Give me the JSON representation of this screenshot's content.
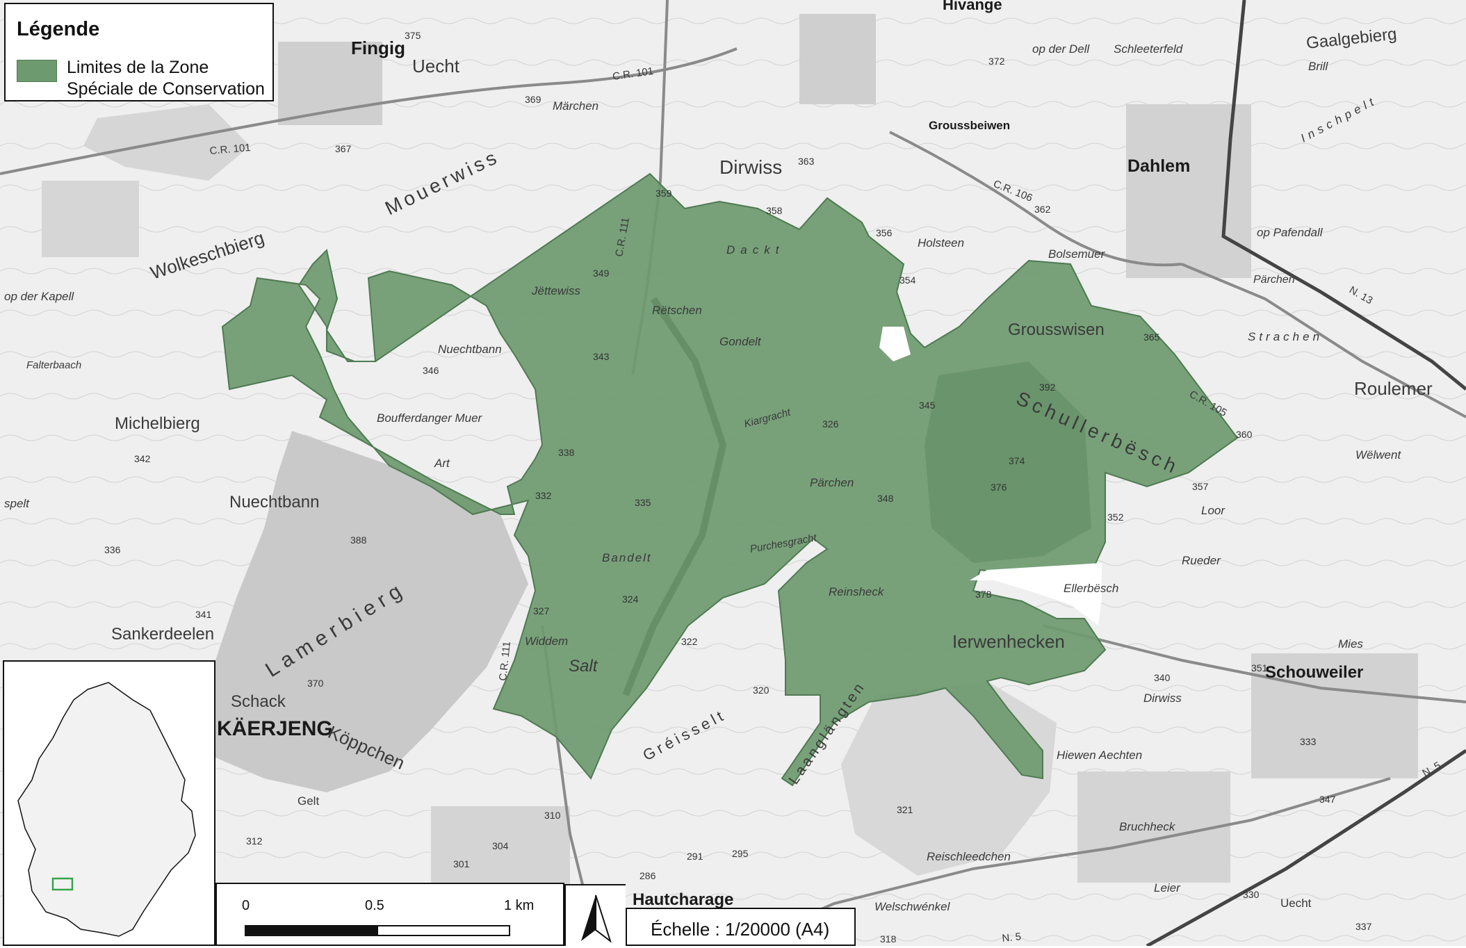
{
  "legend": {
    "title": "Légende",
    "items": [
      {
        "label": "Limites de la Zone Spéciale de Conservation",
        "color": "#6e9a70"
      }
    ]
  },
  "scale_bar": {
    "ticks": [
      "0",
      "0.5",
      "1 km"
    ]
  },
  "scale_text": "Échelle : 1/20000 (A4)",
  "north_arrow_icon": "north-arrow-icon",
  "colors": {
    "zone_fill": "#6e9a70",
    "zone_stroke": "#4f7a52",
    "locality_fill": "#b9b9b9",
    "road": "#8a8a8a",
    "railway": "#444444",
    "map_background": "#efefef"
  },
  "places": {
    "fingig": "Fingig",
    "uecht_nw": "Uecht",
    "mouerwiss": "Mouerwiss",
    "wolkeschbierg": "Wolkeschbierg",
    "michelbierg": "Michelbierg",
    "nuechtbann": "Nuechtbann",
    "nuechtbann_small": "Nuechtbann",
    "sankerdeelen": "Sankerdeelen",
    "lamerbierg": "Lamerbierg",
    "schack": "Schack",
    "kaerjeng": "KÄERJENG",
    "koppchen": "Köppchen",
    "dirwiss": "Dirwiss",
    "dahlem": "Dahlem",
    "gaalgebierg": "Gaalgebierg",
    "grousswisen": "Grousswisen",
    "schullerbesch": "Schullerbësch",
    "roulemer": "Roulemer",
    "iervenhecken": "Ierwenhecken",
    "schouweiler": "Schouweiler",
    "hautcharage": "Hautcharage",
    "greisselt": "Gréisselt",
    "laanglangten": "Laanglängten",
    "holsteen": "Holsteen",
    "groussbeiwen": "Groussbeiwen",
    "dackt": "Dackt",
    "retschen": "Rëtschen",
    "gondelt": "Gondelt",
    "parchen": "Pärchen",
    "parchen_e": "Pärchen",
    "salt": "Salt",
    "widdem": "Widdem",
    "bandelt": "Bandelt",
    "reinsheck": "Reinsheck",
    "bolsemuer": "Bolsemuer",
    "jettewiss": "Jëttewiss",
    "boufferdanger_muer": "Boufferdanger Muer",
    "art": "Art",
    "rueder": "Rueder",
    "loor": "Loor",
    "ellerbesch": "Ellerbësch",
    "dirwiss_e": "Dirwiss",
    "hiewen_aechten": "Hiewen Aechten",
    "bruchheck": "Bruchheck",
    "reischleedchen": "Reischleedchen",
    "welschwenkel": "Welschwénkel",
    "leier": "Leier",
    "uecht_se": "Uecht",
    "mies": "Mies",
    "strachen": "Strachen",
    "welwent": "Wëlwent",
    "op_der_dell": "op der Dell",
    "schleeterfeld": "Schleeterfeld",
    "brill": "Brill",
    "marchen": "Märchen",
    "op_pafendall": "op Pafendall",
    "gelt": "Gelt",
    "op_der_kapell": "op der Kapell",
    "spelt": "spelt",
    "falterbaach": "Falterbaach",
    "rivange": "Hivange",
    "inschpelt": "Inschpelt",
    "kiargracht": "Kiargracht",
    "purchesgracht": "Purchesgracht"
  },
  "roads": {
    "cr101a": "C.R. 101",
    "cr101b": "C.R. 101",
    "cr111a": "C.R. 111",
    "cr111b": "C.R. 111",
    "cr106": "C.R. 106",
    "cr105": "C.R. 105",
    "n13": "N. 13",
    "n5a": "N. 5",
    "n5b": "N. 5"
  },
  "elevations": {
    "e359a": "359",
    "e358": "358",
    "e356": "356",
    "e354": "354",
    "e349": "349",
    "e343": "343",
    "e346": "346",
    "e338": "338",
    "e332": "332",
    "e335": "335",
    "e324": "324",
    "e327": "327",
    "e322": "322",
    "e320": "320",
    "e326": "326",
    "e345": "345",
    "e348": "348",
    "e392": "392",
    "e374": "374",
    "e376": "376",
    "e378": "378",
    "e352": "352",
    "e360": "360",
    "e365": "365",
    "e362": "362",
    "e363": "363",
    "e367": "367",
    "e369": "369",
    "e372": "372",
    "e375": "375",
    "e341": "341",
    "e336": "336",
    "e342": "342",
    "e357": "357",
    "e388": "388",
    "e370": "370",
    "e340": "340",
    "e333": "333",
    "e330": "330",
    "e337": "337",
    "e310": "310",
    "e304": "304",
    "e301": "301",
    "e291": "291",
    "e295": "295",
    "e286": "286",
    "e312": "312",
    "e321": "321",
    "e318": "318",
    "e347": "347",
    "e351": "351"
  }
}
